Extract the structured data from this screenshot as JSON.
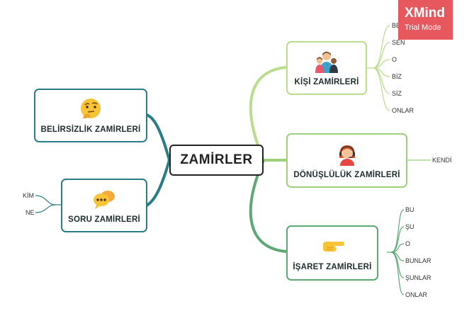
{
  "root": {
    "label": "ZAMİRLER"
  },
  "nodes": {
    "kisi": {
      "label": "KİŞİ ZAMİRLERİ",
      "icon": "people-icon"
    },
    "donuslu": {
      "label": "DÖNÜŞLÜLÜK ZAMİRLERİ",
      "icon": "woman-headset-icon"
    },
    "isaret": {
      "label": "İŞARET ZAMİRLERİ",
      "icon": "pointing-hand-icon"
    },
    "belirsiz": {
      "label": "BELİRSİZLİK ZAMİRLERİ",
      "icon": "thinking-face-icon"
    },
    "soru": {
      "label": "SORU ZAMİRLERİ",
      "icon": "speech-bubbles-icon"
    }
  },
  "leaves": {
    "kisi": [
      "BEN",
      "SEN",
      "O",
      "BİZ",
      "SİZ",
      "ONLAR"
    ],
    "donuslu": [
      "KENDİ"
    ],
    "isaret": [
      "BU",
      "ŞU",
      "O",
      "BUNLAR",
      "ŞUNLAR",
      "ONLAR"
    ],
    "soru": [
      "KİM",
      "NE"
    ]
  },
  "watermark": {
    "title": "XMind",
    "subtitle": "Trial Mode"
  },
  "colors": {
    "right_branch_top": "#b9dd8c",
    "right_branch_mid": "#9ed07b",
    "right_branch_bottom": "#5ea874",
    "left_branch": "#2a7d86",
    "watermark_bg": "#e6585e"
  }
}
